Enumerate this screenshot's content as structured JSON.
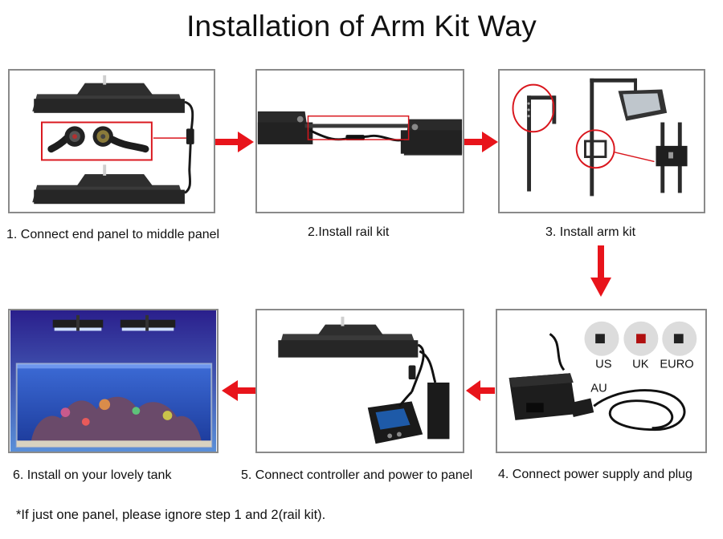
{
  "title": "Installation of Arm Kit Way",
  "steps": [
    {
      "caption": "1. Connect end panel to middle panel"
    },
    {
      "caption": "2.Install rail kit"
    },
    {
      "caption": "3. Install arm kit"
    },
    {
      "caption": "4. Connect power supply and plug"
    },
    {
      "caption": "5. Connect controller and power to panel"
    },
    {
      "caption": "6. Install on your lovely tank"
    }
  ],
  "plug_labels": {
    "us": "US",
    "uk": "UK",
    "euro": "EURO",
    "au": "AU"
  },
  "note": "*If just one panel, please ignore step 1 and 2(rail kit).",
  "colors": {
    "arrow": "#e8141b",
    "highlight": "#d9161d",
    "panel_border": "#8a8a8a",
    "fixture": "#2b2b2b"
  },
  "icons": [
    "arrow-right-icon",
    "arrow-down-icon",
    "arrow-left-icon"
  ]
}
